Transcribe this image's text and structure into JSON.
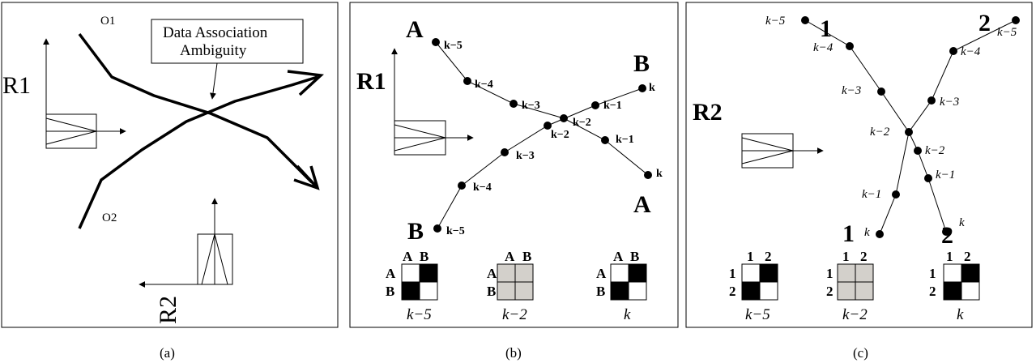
{
  "panel_a": {
    "o1": "O1",
    "o2": "O2",
    "r1": "R1",
    "r2": "R2",
    "ambiguity_line1": "Data Association",
    "ambiguity_line2": "Ambiguity",
    "caption": "(a)"
  },
  "panel_b": {
    "r1": "R1",
    "track_a_start": "A",
    "track_a_end": "A",
    "track_b_start": "B",
    "track_b_end": "B",
    "labels_a": [
      "k−5",
      "k−4",
      "k−3",
      "k−2",
      "k−1",
      "k"
    ],
    "labels_b": [
      "k−5",
      "k−4",
      "k−3",
      "k−2",
      "k−1",
      "k"
    ],
    "matrix_col_labels": [
      "A",
      "B"
    ],
    "matrix_row_labels": [
      "A",
      "B"
    ],
    "matrix_captions": [
      "k−5",
      "k−2",
      "k"
    ],
    "caption": "(b)"
  },
  "panel_c": {
    "r2": "R2",
    "track_1_start": "1",
    "track_1_end": "1",
    "track_2_start": "2",
    "track_2_end": "2",
    "labels_1": [
      "k−5",
      "k−4",
      "k−3",
      "k−2",
      "k−1",
      "k"
    ],
    "labels_2": [
      "k−5",
      "k−4",
      "k−3",
      "k−2",
      "k−1",
      "k"
    ],
    "matrix_col_labels": [
      "1",
      "2"
    ],
    "matrix_row_labels": [
      "1",
      "2"
    ],
    "matrix_captions": [
      "k−5",
      "k−2",
      "k"
    ],
    "caption": "(c)"
  },
  "colors": {
    "ink": "#000000",
    "ambiguous_cell": "#d3d0cb",
    "background": "#ffffff"
  }
}
